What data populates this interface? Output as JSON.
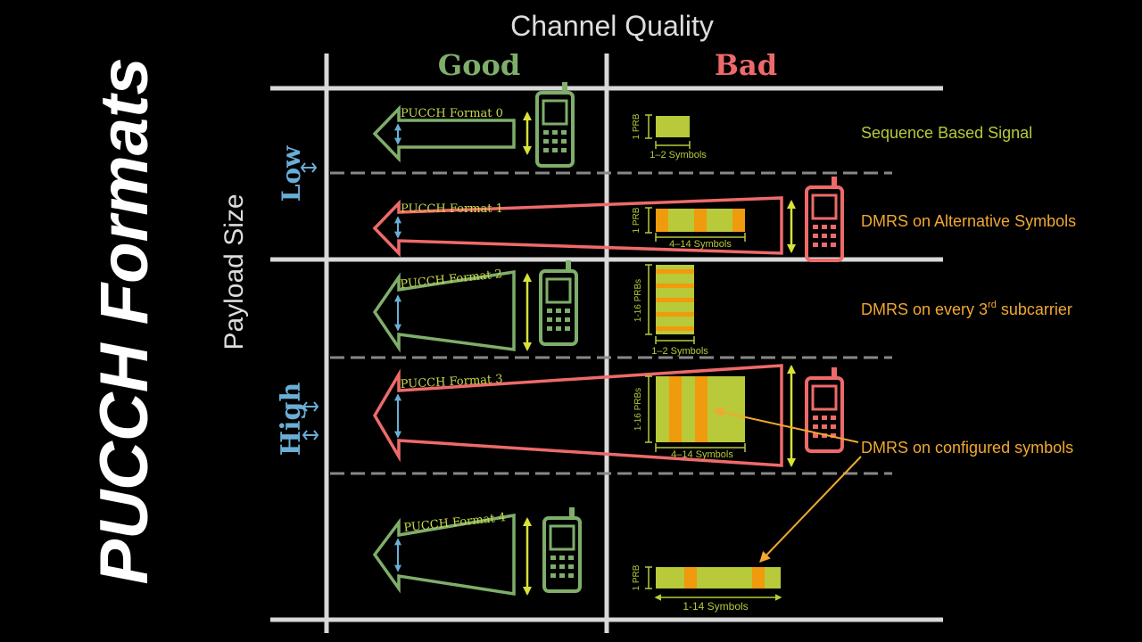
{
  "title": "PUCCH Formats",
  "header": {
    "channel_quality": "Channel Quality",
    "good": "Good",
    "bad": "Bad",
    "payload_size": "Payload Size",
    "low": "Low",
    "high": "High"
  },
  "formats": [
    {
      "label": "PUCCH Format 0",
      "prb": "1 PRB",
      "symbols": "1–2 Symbols",
      "description": "Sequence Based Signal"
    },
    {
      "label": "PUCCH Format 1",
      "prb": "1 PRB",
      "symbols": "4–14 Symbols",
      "description": "DMRS on Alternative Symbols"
    },
    {
      "label": "PUCCH Format 2",
      "prb": "1-16 PRBs",
      "symbols": "1–2 Symbols",
      "description_main": "DMRS on every 3",
      "description_sup": "rd",
      "description_tail": " subcarrier"
    },
    {
      "label": "PUCCH Format 3",
      "prb": "1-16 PRBs",
      "symbols": "4–14 Symbols",
      "description": "DMRS on configured symbols"
    },
    {
      "label": "PUCCH Format 4",
      "prb": "1 PRB",
      "symbols": "1-14 Symbols"
    }
  ],
  "colors": {
    "good": "#7fae6b",
    "bad": "#ee6a6a",
    "low_high": "#6aaed6",
    "grid": "#d8d8d8",
    "block": "#b8c93a",
    "dmrs": "#f09a0d",
    "yellow_text": "#b8c93a",
    "orange_text": "#f0a830"
  }
}
